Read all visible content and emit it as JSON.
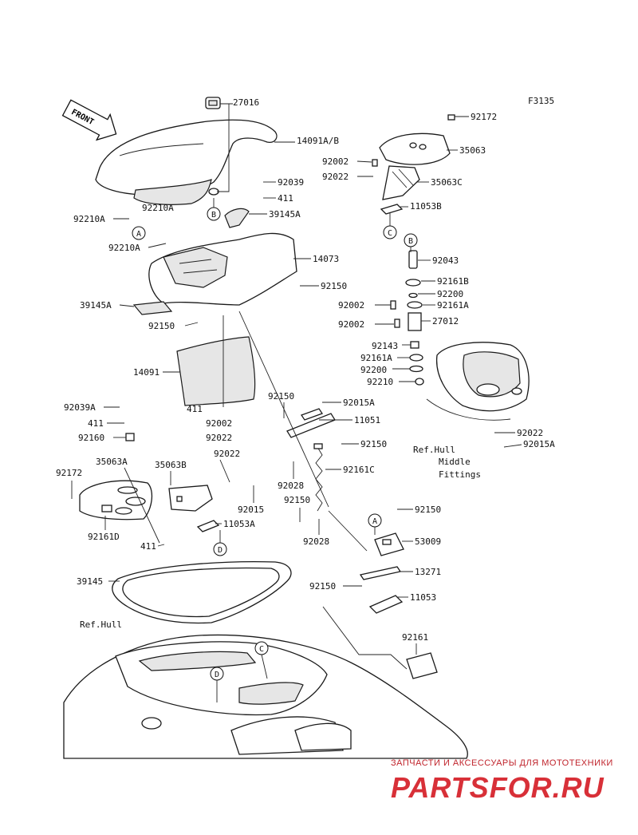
{
  "diagram_id": "F3135",
  "front_label": "FRONT",
  "ref_middle_text": [
    "Ref.Hull",
    "Middle",
    "Fittings"
  ],
  "ref_hull_text": "Ref.Hull",
  "watermark_top": "ЗАПЧАСТИ И АКСЕССУАРЫ ДЛЯ МОТОТЕХНИКИ",
  "watermark_logo": "PARTSFOR.RU",
  "callouts": {
    "A": "A",
    "B": "B",
    "C": "C",
    "D": "D"
  },
  "parts": {
    "p27016": "27016",
    "p14091AB": "14091A/B",
    "p92039": "92039",
    "p411a": "411",
    "p39145A_right": "39145A",
    "p92210A_left": "92210A",
    "p92210A_mid": "92210A",
    "p92210A_low": "92210A",
    "p14073": "14073",
    "p92150_a": "92150",
    "p39145A_left": "39145A",
    "p92150_b": "92150",
    "p14091": "14091",
    "p411b": "411",
    "p92002_a": "92002",
    "p92022_a": "92022",
    "p92172_r": "92172",
    "p35063": "35063",
    "p92002_r": "92002",
    "p92022_r": "92022",
    "p35063C": "35063C",
    "p11053B": "11053B",
    "p92043": "92043",
    "p92161B": "92161B",
    "p92200_a": "92200",
    "p92002_m1": "92002",
    "p92161A_a": "92161A",
    "p92002_m2": "92002",
    "p27012": "27012",
    "p92143": "92143",
    "p92161A_b": "92161A",
    "p92200_b": "92200",
    "p92210": "92210",
    "p92022_mid": "92022",
    "p92015A_mid": "92015A",
    "p92150_c": "92150",
    "p92015A_top": "92015A",
    "p11051": "11051",
    "p92150_d": "92150",
    "p92161C": "92161C",
    "p92028_a": "92028",
    "p92150_e": "92150",
    "p92028_b": "92028",
    "p92039A": "92039A",
    "p411c": "411",
    "p92160": "92160",
    "p35063A": "35063A",
    "p92172_l": "92172",
    "p35063B": "35063B",
    "p92022_b": "92022",
    "p92015": "92015",
    "p11053A": "11053A",
    "p92161D": "92161D",
    "p411d": "411",
    "p92150_f": "92150",
    "p53009": "53009",
    "p13271": "13271",
    "p92150_g": "92150",
    "p11053": "11053",
    "p39145": "39145",
    "p92161": "92161"
  }
}
